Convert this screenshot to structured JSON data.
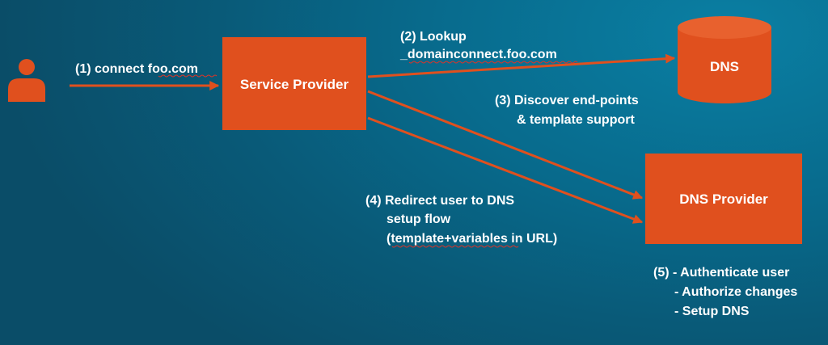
{
  "colors": {
    "accent": "#e0501e",
    "text": "#ffffff",
    "background": "#086b8d"
  },
  "icons": {
    "user": "person-icon",
    "database": "cylinder-database-icon"
  },
  "nodes": {
    "user": {
      "icon": "person-icon"
    },
    "service_provider": {
      "label": "Service Provider"
    },
    "dns": {
      "label": "DNS"
    },
    "dns_provider": {
      "label": "DNS Provider"
    }
  },
  "steps": {
    "connect": {
      "prefix": "(1) connect ",
      "domain": "foo.com"
    },
    "lookup": {
      "line1": "(2) Lookup",
      "line2": "_domainconnect.foo.com"
    },
    "discover": {
      "line1": "(3) Discover end-points",
      "line2": "& template support"
    },
    "redirect": {
      "line1": "(4) Redirect user to DNS",
      "line2": "setup flow",
      "line3_open": "(",
      "line3_word": "template+variables",
      "line3_rest": " in URL)"
    },
    "authenticate": {
      "line1": "(5) - Authenticate user",
      "line2": "- Authorize changes",
      "line3": "- Setup DNS"
    }
  }
}
